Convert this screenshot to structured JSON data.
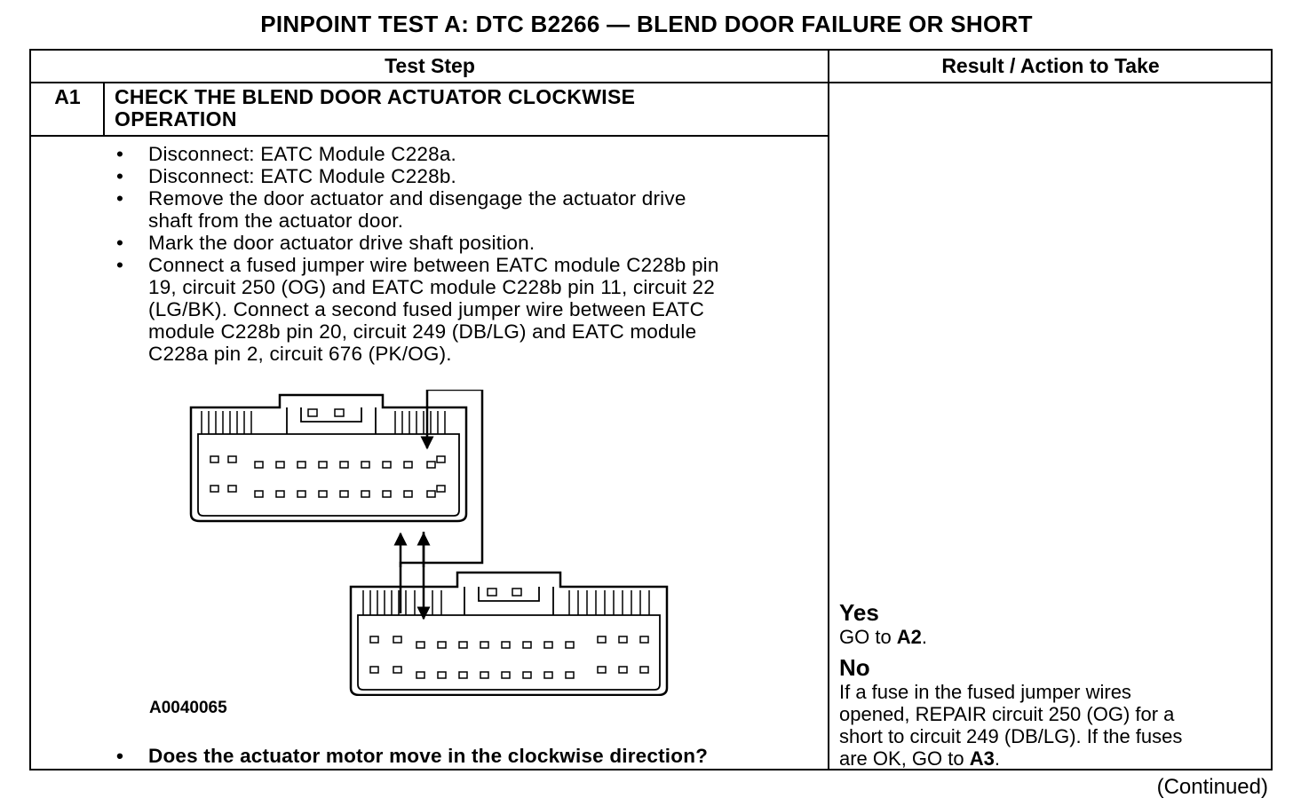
{
  "title": "PINPOINT TEST A: DTC B2266 — BLEND DOOR FAILURE OR SHORT",
  "table": {
    "header_test_step": "Test Step",
    "header_result": "Result / Action to Take"
  },
  "step": {
    "id": "A1",
    "title_line1": "CHECK THE BLEND DOOR ACTUATOR CLOCKWISE",
    "title_line2": "OPERATION",
    "bullet_char": "•",
    "bullets": [
      [
        "Disconnect: EATC Module C228a."
      ],
      [
        "Disconnect: EATC Module C228b."
      ],
      [
        "Remove the door actuator and disengage the actuator drive",
        "shaft from the actuator door."
      ],
      [
        "Mark the door actuator drive shaft position."
      ],
      [
        "Connect a fused jumper wire between EATC module C228b pin",
        "19, circuit 250 (OG) and EATC module C228b pin 11, circuit 22",
        "(LG/BK). Connect a second fused jumper wire between EATC",
        "module C228b pin 20, circuit 249 (DB/LG) and EATC module",
        "C228a pin  2, circuit 676 (PK/OG)."
      ]
    ],
    "figure_id": "A0040065",
    "question": "Does the actuator motor move in the clockwise direction?"
  },
  "result": {
    "yes_label": "Yes",
    "yes_prefix": "GO to ",
    "yes_target": "A2",
    "yes_suffix": ".",
    "no_label": "No",
    "no_line1": "If a fuse in the fused jumper wires",
    "no_line2": "opened, REPAIR circuit 250 (OG) for a",
    "no_line3": "short to circuit 249 (DB/LG). If the fuses",
    "no_line4_prefix": "are OK, GO to ",
    "no_target": "A3",
    "no_suffix": "."
  },
  "footer": {
    "continued": "(Continued)"
  }
}
